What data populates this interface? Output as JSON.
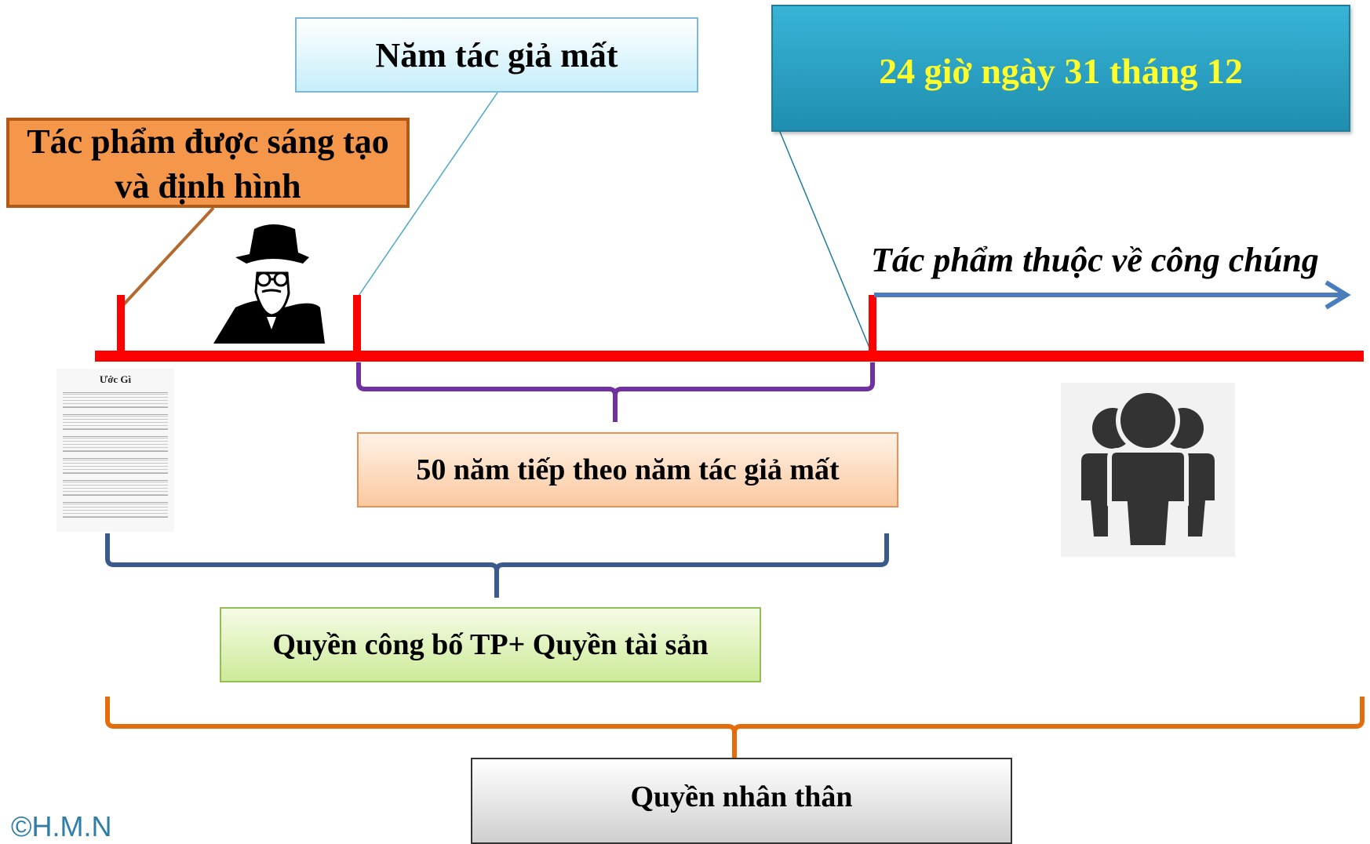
{
  "labels": {
    "death_year": "Năm tác giả mất",
    "work_created": "Tác phẩm được sáng tạo và định hình",
    "expiry_time": "24 giờ ngày 31 tháng 12",
    "public_domain": "Tác phẩm thuộc về công chúng",
    "fifty_years": "50 năm tiếp theo năm tác giả mất",
    "publication_property_rights": "Quyền công bố TP+ Quyền tài sản",
    "moral_rights": "Quyền nhân thân",
    "sheet_music_title": "Ước Gì",
    "copyright": "©H.M.N"
  },
  "colors": {
    "timeline": "#ff0000",
    "brace_fifty": "#7030a0",
    "brace_publish": "#3a5a8c",
    "brace_moral": "#e46c0a",
    "arrow": "#4a7ebb",
    "date_text": "#ffff2b"
  },
  "icons": {
    "author_portrait": "man-with-hat-glasses-icon",
    "sheet_music": "sheet-music-icon",
    "public": "group-of-people-icon"
  }
}
